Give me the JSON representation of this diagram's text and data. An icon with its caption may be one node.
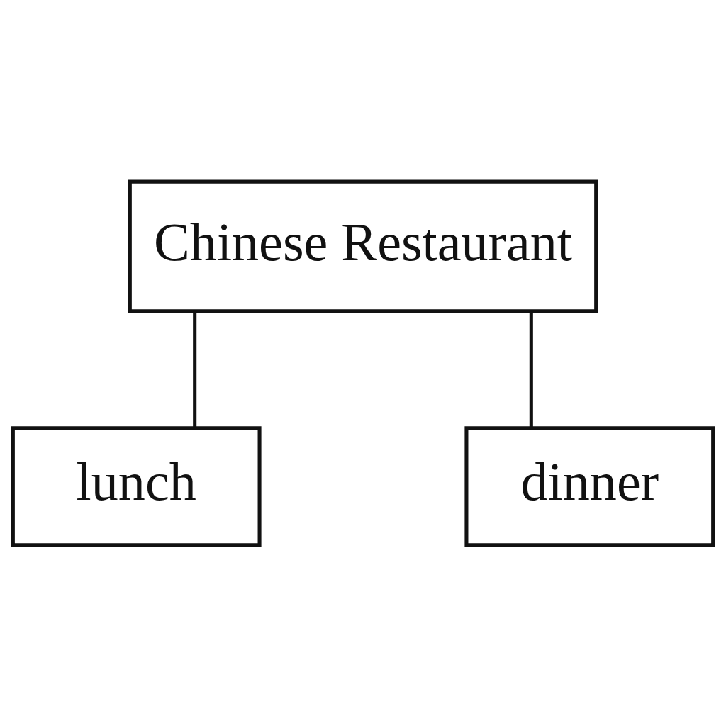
{
  "diagram": {
    "nodes": [
      {
        "text": [
          "Chinese Restaurant"
        ]
      },
      {
        "text": [
          "lunch"
        ]
      },
      {
        "text": [
          "dinner"
        ]
      }
    ],
    "edges": [
      {
        "from": 0,
        "to": 1,
        "arrow": "none"
      },
      {
        "from": 0,
        "to": 2,
        "arrow": "none"
      }
    ]
  }
}
